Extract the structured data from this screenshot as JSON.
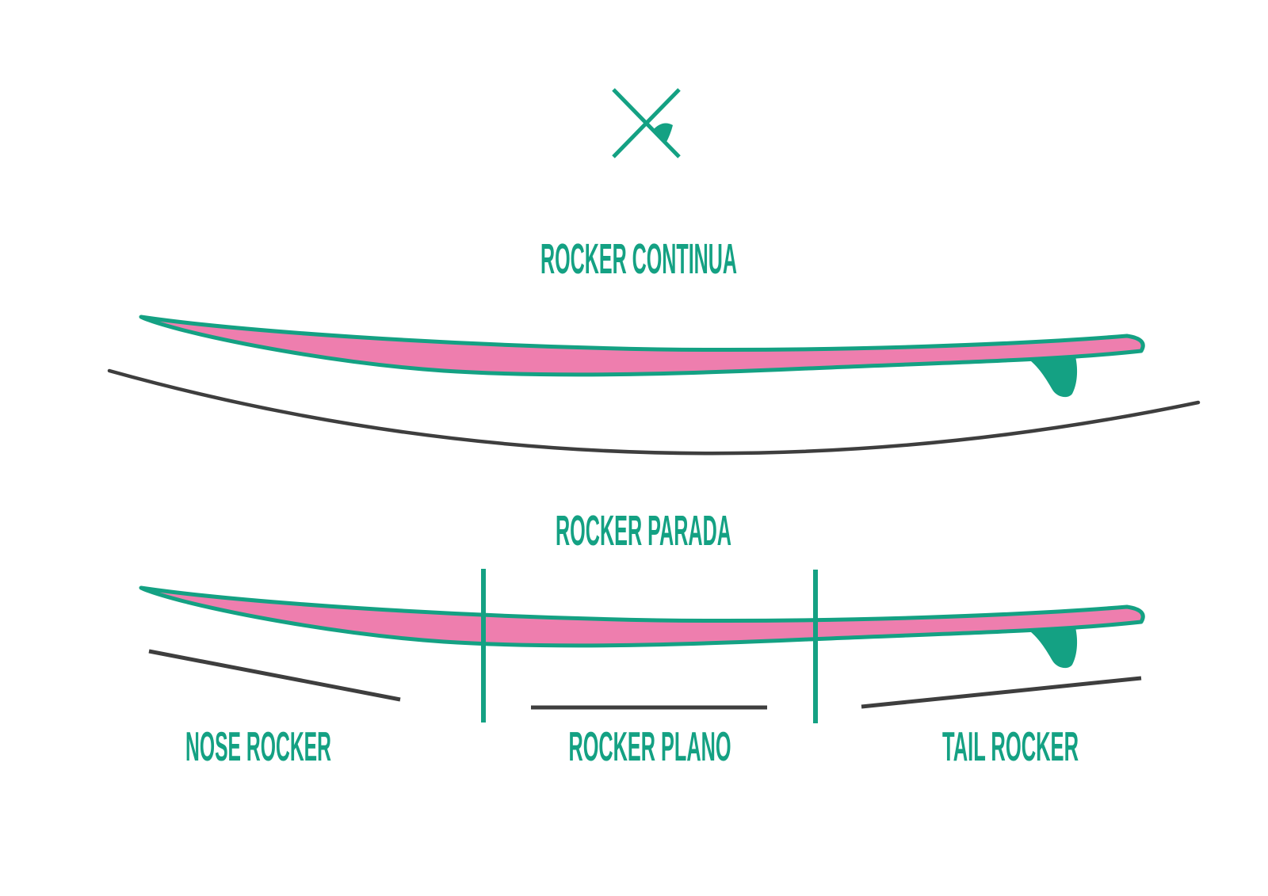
{
  "colors": {
    "teal": "#14a183",
    "pink": "#ee7eae",
    "gray": "#3e3e3e",
    "background": "#ffffff"
  },
  "logo": {
    "icon": "crossed-surfboards-logo"
  },
  "diagram_continuous": {
    "title": "ROCKER CONTINUA"
  },
  "diagram_staged": {
    "title": "ROCKER PARADA",
    "labels": {
      "nose": "NOSE ROCKER",
      "flat": "ROCKER PLANO",
      "tail": "TAIL ROCKER"
    }
  }
}
